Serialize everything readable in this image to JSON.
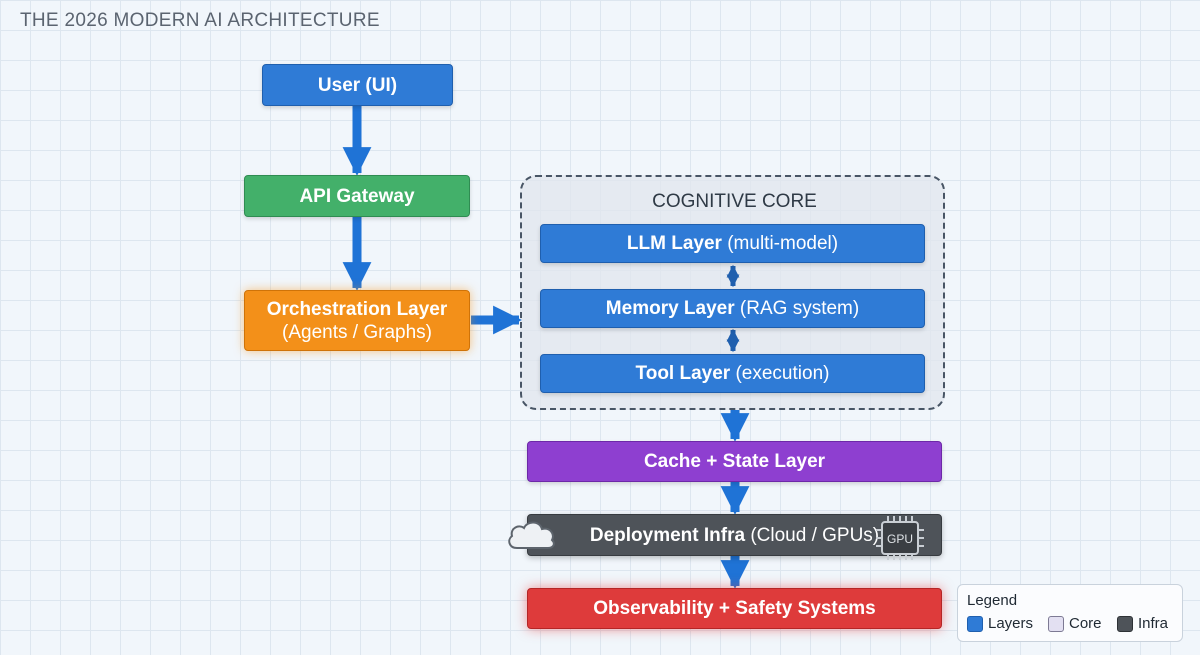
{
  "title": "THE 2026 MODERN AI ARCHITECTURE",
  "nodes": {
    "user": {
      "bold": "User (UI)"
    },
    "api_gateway": {
      "bold": "API Gateway"
    },
    "orchestration": {
      "bold": "Orchestration Layer",
      "detail": "(Agents / Graphs)"
    },
    "llm": {
      "bold": "LLM Layer",
      "detail": "(multi-model)"
    },
    "memory": {
      "bold": "Memory Layer",
      "detail": "(RAG system)"
    },
    "tool": {
      "bold": "Tool Layer",
      "detail": "(execution)"
    },
    "cache": {
      "bold": "Cache + State Layer"
    },
    "deployment": {
      "bold": "Deployment Infra",
      "detail": "(Cloud / GPUs)",
      "chip_label": "GPU"
    },
    "observability": {
      "bold": "Observability + Safety Systems"
    }
  },
  "core": {
    "title": "COGNITIVE CORE"
  },
  "legend": {
    "title": "Legend",
    "items": [
      {
        "label": "Layers",
        "color": "#2f7bd6"
      },
      {
        "label": "Core",
        "color": "#e3e0f2"
      },
      {
        "label": "Infra",
        "color": "#4e5359"
      }
    ]
  },
  "colors": {
    "layers": "#2f7bd6",
    "gateway": "#43b06a",
    "orchestration": "#f39019",
    "cache": "#8e3fd0",
    "infra": "#4e5359",
    "observability": "#de3b3b"
  }
}
